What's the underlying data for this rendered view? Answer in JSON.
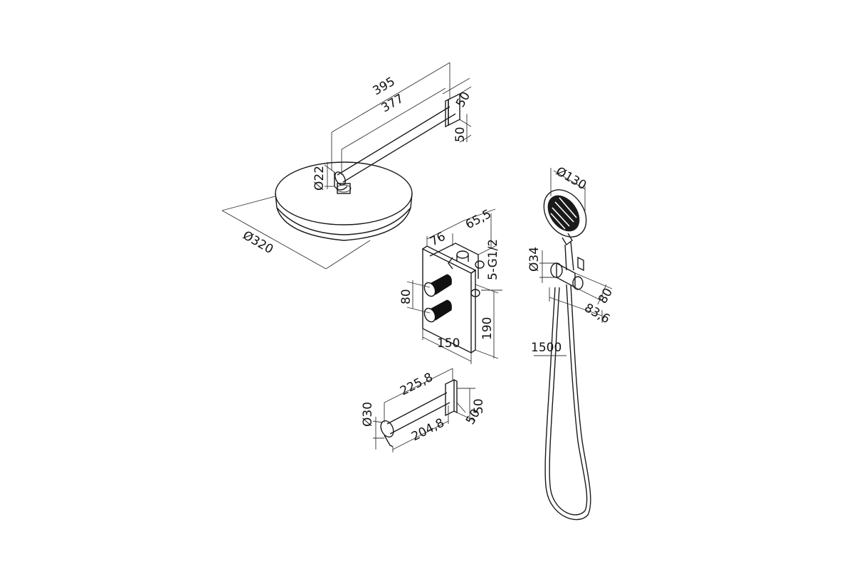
{
  "overhead_shower": {
    "arm_length_outer": "395",
    "arm_length_inner": "377",
    "flange_depth": "50",
    "flange_height": "50",
    "arm_diameter": "Ø22",
    "head_diameter": "Ø320"
  },
  "mixer_box": {
    "depth": "76",
    "outlet_offset": "65,5",
    "connection": "5-G1/2",
    "handle_spacing": "80",
    "height": "190",
    "width": "150"
  },
  "hand_shower": {
    "head_diameter": "Ø130",
    "holder_diameter": "Ø34",
    "holder_depth": "80",
    "holder_projection": "83,6",
    "hose_length": "1500"
  },
  "spout": {
    "length_outer": "225,8",
    "length_inner": "204,8",
    "diameter": "Ø30",
    "flange_depth": "50",
    "flange_height": "50"
  }
}
